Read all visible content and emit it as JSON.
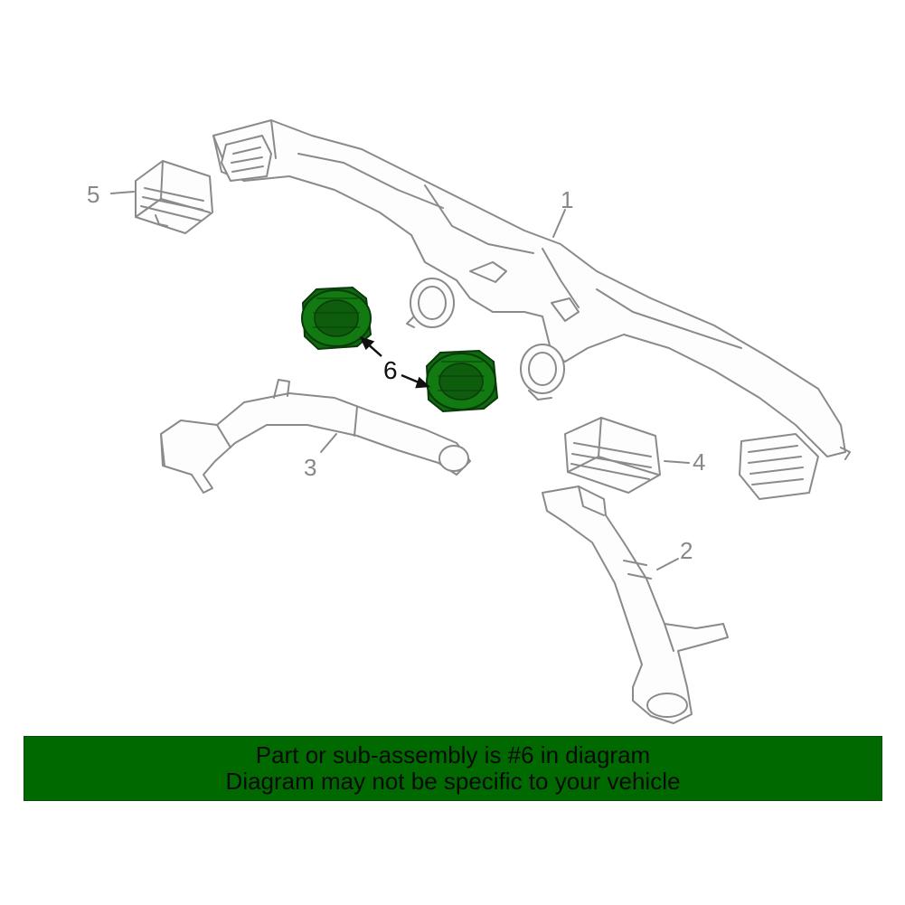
{
  "callouts": {
    "c1": "1",
    "c2": "2",
    "c3": "3",
    "c4": "4",
    "c5": "5",
    "c6": "6"
  },
  "banner": {
    "line1": "Part or sub-assembly is #6 in diagram",
    "line2": "Diagram may not be specific to your vehicle",
    "background": "#006a00"
  },
  "highlight_color": "#0f6b0f",
  "line_color": "#8a8a8a"
}
